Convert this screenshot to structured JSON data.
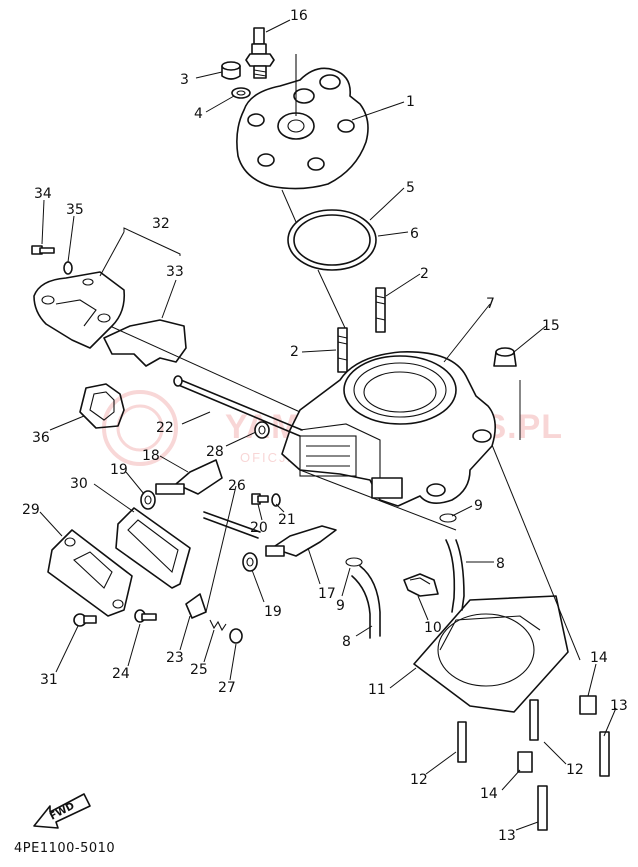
{
  "diagram": {
    "part_numbers": [
      "1",
      "2",
      "2",
      "3",
      "4",
      "5",
      "6",
      "7",
      "8",
      "8",
      "9",
      "9",
      "10",
      "11",
      "12",
      "12",
      "13",
      "13",
      "14",
      "14",
      "15",
      "16",
      "17",
      "18",
      "19",
      "19",
      "20",
      "21",
      "22",
      "23",
      "24",
      "25",
      "26",
      "27",
      "28",
      "29",
      "30",
      "31",
      "32",
      "33",
      "34",
      "35",
      "36"
    ],
    "drawing_code": "4PE1100-5010",
    "fwd_label": "FWD",
    "watermark": {
      "main": "YAMAHA-PARTS.PL",
      "sub": "OFICJALNY DEALER YAMAHA"
    }
  }
}
